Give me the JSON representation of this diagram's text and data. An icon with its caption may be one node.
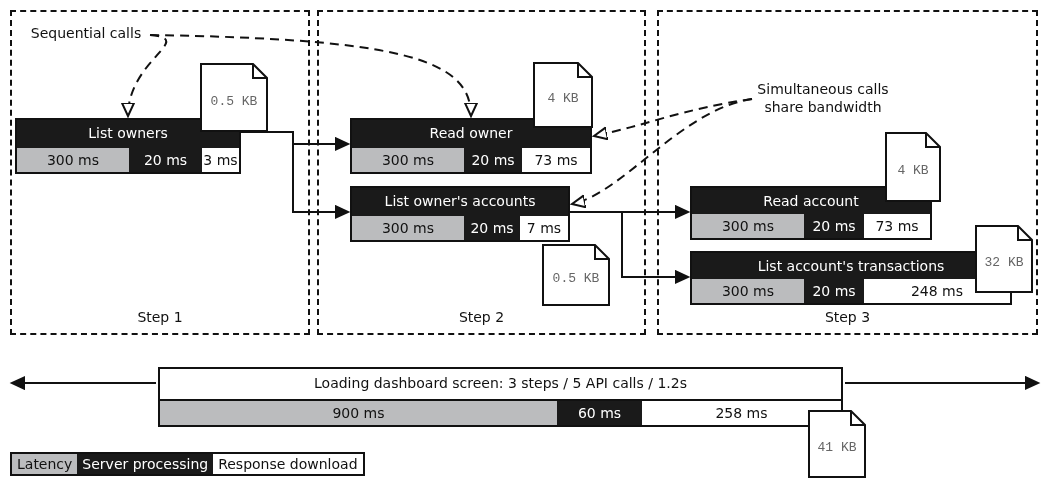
{
  "diagram": {
    "nodes": [
      {
        "text": [
          "Step 1"
        ]
      },
      {
        "text": [
          "Sequential calls"
        ],
        "in": 0
      },
      {
        "text": [
          "0.5 KB"
        ],
        "in": 0
      },
      {
        "text": [
          "List owners",
          "300 ms",
          "20 ms",
          "3 ms"
        ],
        "in": 0
      },
      {
        "text": [
          "Step 2"
        ]
      },
      {
        "text": [
          "4 KB"
        ],
        "in": 4
      },
      {
        "text": [
          "Read owner",
          "300 ms",
          "20 ms",
          "73 ms"
        ],
        "in": 4
      },
      {
        "text": [
          "List owner's accounts",
          "300 ms",
          "20 ms",
          "7 ms"
        ],
        "in": 4
      },
      {
        "text": [
          "0.5 KB"
        ],
        "in": 4
      },
      {
        "text": [
          "Step 3"
        ]
      },
      {
        "text": [
          "Simultaneous calls share bandwidth"
        ],
        "in": 9
      },
      {
        "text": [
          "4 KB"
        ],
        "in": 9
      },
      {
        "text": [
          "Read account",
          "300 ms",
          "20 ms",
          "73 ms"
        ],
        "in": 9
      },
      {
        "text": [
          "32 KB"
        ],
        "in": 9
      },
      {
        "text": [
          "List account's transactions",
          "300 ms",
          "20 ms",
          "248 ms"
        ],
        "in": 9
      },
      {
        "text": [
          "Loading dashboard screen: 3 steps / 5 API calls / 1.2s",
          "900 ms",
          "60 ms",
          "258 ms"
        ]
      },
      {
        "text": [
          "41 KB"
        ]
      }
    ],
    "edges": [
      {
        "from": 3,
        "to": 6,
        "arrow": "to"
      },
      {
        "from": 3,
        "to": 7,
        "arrow": "to"
      },
      {
        "from": 7,
        "to": 12,
        "arrow": "to"
      },
      {
        "from": 7,
        "to": 14,
        "arrow": "to"
      },
      {
        "from": 1,
        "to": 3,
        "arrow": "to",
        "style": "dashed"
      },
      {
        "from": 1,
        "to": 6,
        "arrow": "to",
        "style": "dashed"
      },
      {
        "from": 10,
        "to": 6,
        "arrow": "to",
        "style": "dashed"
      },
      {
        "from": 10,
        "to": 7,
        "arrow": "to",
        "style": "dashed"
      }
    ],
    "legend": [
      {
        "text": "Latency",
        "color": "#bbbcbe"
      },
      {
        "text": "Server processing",
        "color": "#1a1a1a"
      },
      {
        "text": "Response download",
        "color": "#ffffff"
      }
    ]
  }
}
